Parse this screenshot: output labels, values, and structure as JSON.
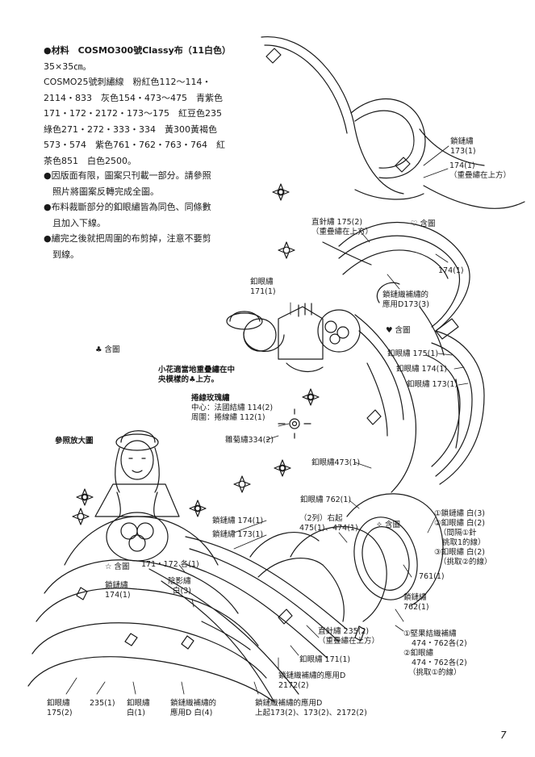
{
  "materials": {
    "lines": [
      "●材料　COSMO300號Classy布（11白色）",
      "35×35㎝。",
      "COSMO25號刺繡線　粉紅色112～114・",
      "2114・833　灰色154・473～475　青紫色",
      "171・172・2172・173～175　紅豆色235",
      "綠色271・272・333・334　黃300黃褐色",
      "573・574　紫色761・762・763・764　紅",
      "茶色851　白色2500。"
    ]
  },
  "notes": [
    "●因版面有限，圖案只刊載一部分。請參照",
    "　照片將圖案反轉完成全圖。",
    "●布料裁斷部分的釦眼繡皆為同色、同條數",
    "　且加入下線。",
    "●繡完之後就把周圍的布剪掉，注意不要剪",
    "　到線。"
  ],
  "labels": {
    "l01a": "鎖鏈繡",
    "l01b": "173(1)",
    "l02a": "174(1)",
    "l02b": "（重疊繡在上方）",
    "l03a": "直針繡 175(2)",
    "l03b": "（重疊繡在上方）",
    "l04": "♡ 含圖",
    "l05": "174(1)",
    "l06a": "釦眼繡",
    "l06b": "171(1)",
    "l07a": "鎖鏈織補繡的",
    "l07b": "應用D173(3)",
    "l08": "♥ 含圖",
    "l09": "釦眼繡 175(1)",
    "l10": "釦眼繡 174(1)",
    "l11": "釦眼繡 173(1)",
    "l12": "♣ 含圖",
    "l13a": "小花適當地重疊繡在中",
    "l13b": "央模樣的♣上方。",
    "l14a": "捲線玫瑰繡",
    "l14b": "中心：法國結繡 114(2)",
    "l14c": "周圍：捲線繡 112(1)",
    "l15": "雛菊繡334(2)",
    "l16": "參照放大圖",
    "l17": "釦眼繡473(1)",
    "l18": "釦眼繡 762(1)",
    "l19a": "（2列）右起",
    "l19b": "475(1)、474(1)",
    "l20": "✧ 含圖",
    "l21": "鎖鏈繡 174(1)",
    "l22": "鎖鏈繡 173(1)",
    "l23": "☆ 含圖",
    "l24": "171・172 各(1)",
    "l25a": "陰影繡",
    "l25b": "白(3)",
    "l26a": "鎖鏈繡",
    "l26b": "174(1)",
    "l27a": "①鎖鏈繡 白(3)",
    "l27b": "②釦眼繡 白(2)",
    "l27c": "（間隔①針",
    "l27d": "挑取1的線）",
    "l27e": "③釦眼繡 白(2)",
    "l27f": "（挑取②的線）",
    "l28": "761(1)",
    "l29a": "鎖鏈繡",
    "l29b": "762(1)",
    "l30a": "直針繡 235(2)",
    "l30b": "（重疊繡在上方）",
    "l31": "釦眼繡 171(1)",
    "l32a": "鎖鏈織補繡的應用D",
    "l32b": "2172(2)",
    "l33a": "①堅果結織補繡",
    "l33b": "474・762各(2)",
    "l33c": "②釦眼繡",
    "l33d": "474・762各(2)",
    "l33e": "（挑取①的線）",
    "l34a": "釦眼繡",
    "l34b": "175(2)",
    "l35": "235(1)",
    "l36a": "釦眼繡",
    "l36b": "白(1)",
    "l37a": "鎖鏈織補繡的",
    "l37b": "應用D 白(4)",
    "l38a": "鎖鏈織補繡的應用D",
    "l38b": "上起173(2)、173(2)、2172(2)"
  },
  "page_number": "7"
}
